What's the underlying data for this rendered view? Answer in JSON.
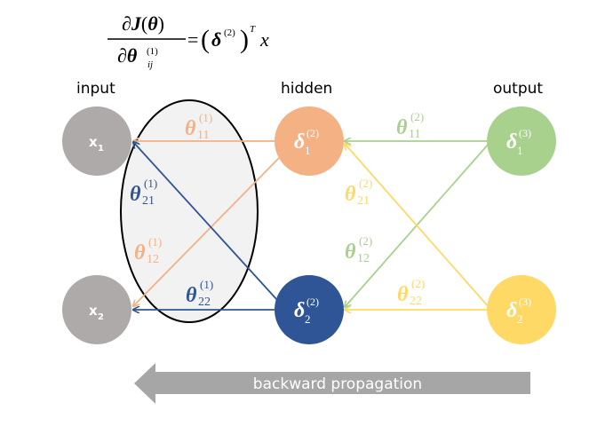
{
  "formula": {
    "numerator": "∂J(θ)",
    "denominator_prefix": "∂θ",
    "denominator_sup": "(1)",
    "denominator_sub": "ij",
    "equals": "=",
    "rhs_open": "(",
    "rhs_delta": "δ",
    "rhs_delta_sup": "(2)",
    "rhs_close": ")",
    "rhs_transpose": "T",
    "rhs_x": "x"
  },
  "layers": {
    "input": "input",
    "hidden": "hidden",
    "output": "output"
  },
  "colors": {
    "input_node": "#ADAAA9",
    "orange": "#F4B183",
    "blue": "#2F5597",
    "green": "#A9D18E",
    "yellow": "#FFD966",
    "ellipse_fill": "#F2F2F2",
    "arrow_banner": "#A6A6A6"
  },
  "nodes": {
    "x1": {
      "main": "x",
      "sub": "1"
    },
    "x2": {
      "main": "x",
      "sub": "2"
    },
    "h1": {
      "main": "δ",
      "sup": "(2)",
      "sub": "1"
    },
    "h2": {
      "main": "δ",
      "sup": "(2)",
      "sub": "2"
    },
    "o1": {
      "main": "δ",
      "sup": "(3)",
      "sub": "1"
    },
    "o2": {
      "main": "δ",
      "sup": "(3)",
      "sub": "2"
    }
  },
  "weights": {
    "t11_1": {
      "main": "θ",
      "sup": "(1)",
      "sub": "11"
    },
    "t21_1": {
      "main": "θ",
      "sup": "(1)",
      "sub": "21"
    },
    "t12_1": {
      "main": "θ",
      "sup": "(1)",
      "sub": "12"
    },
    "t22_1": {
      "main": "θ",
      "sup": "(1)",
      "sub": "22"
    },
    "t11_2": {
      "main": "θ",
      "sup": "(2)",
      "sub": "11"
    },
    "t21_2": {
      "main": "θ",
      "sup": "(2)",
      "sub": "21"
    },
    "t12_2": {
      "main": "θ",
      "sup": "(2)",
      "sub": "12"
    },
    "t22_2": {
      "main": "θ",
      "sup": "(2)",
      "sub": "22"
    }
  },
  "banner": {
    "label": "backward propagation"
  }
}
